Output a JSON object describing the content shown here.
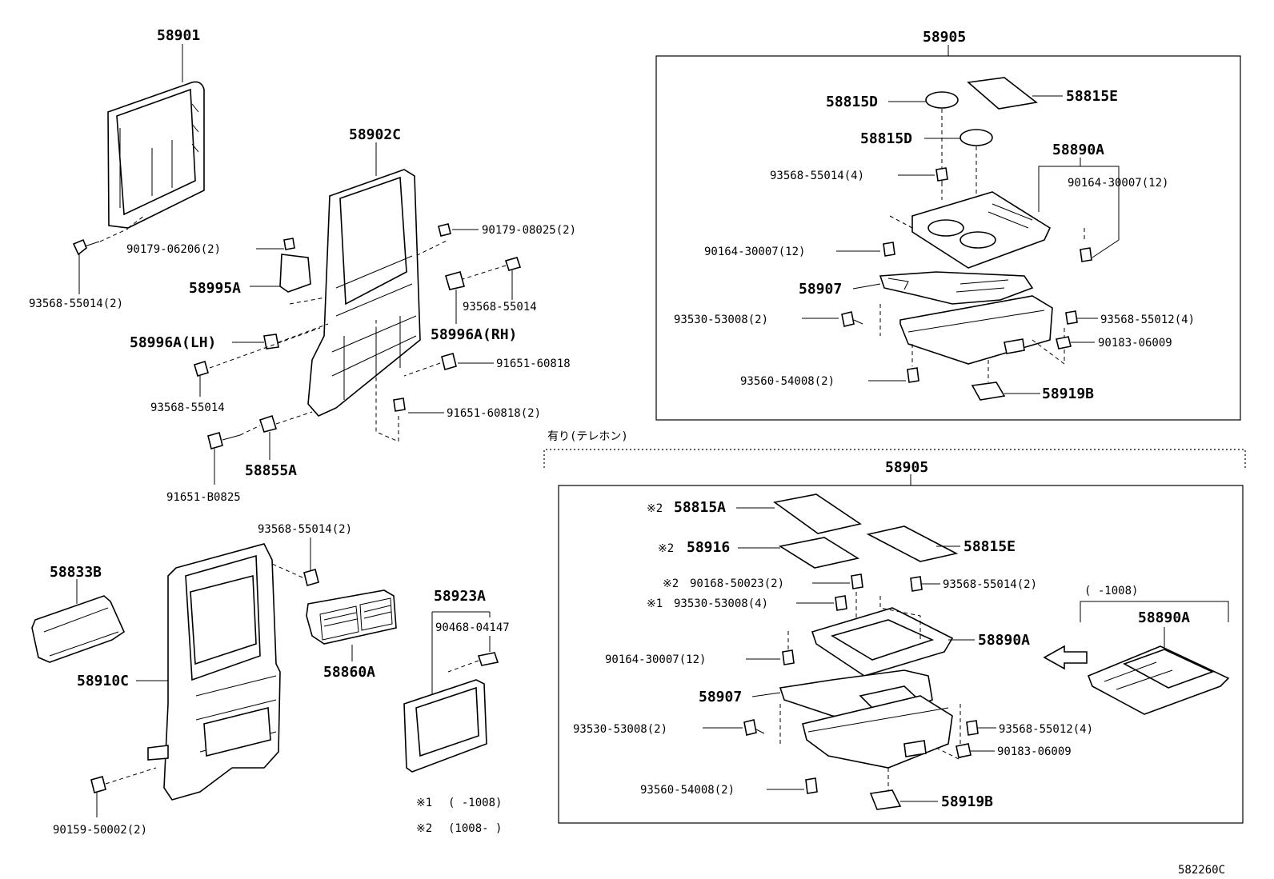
{
  "diagram_code": "582260C",
  "telephone_group_label": "有り(テレホン)",
  "range_note": "(     -1008)",
  "footnotes": [
    {
      "mark": "※1",
      "text": "(     -1008)"
    },
    {
      "mark": "※2",
      "text": "(1008-     )"
    }
  ],
  "labels": {
    "p58901": "58901",
    "p58902C": "58902C",
    "p90179_06206": "90179-06206(2)",
    "p93568_55014_2a": "93568-55014(2)",
    "p58995A": "58995A",
    "p90179_08025": "90179-08025(2)",
    "p93568_55014_a": "93568-55014",
    "p58996A_LH": "58996A(LH)",
    "p58996A_RH": "58996A(RH)",
    "p93568_55014_b": "93568-55014",
    "p91651_60818": "91651-60818",
    "p91651_60818_2": "91651-60818(2)",
    "p58855A": "58855A",
    "p91651_B0825": "91651-B0825",
    "p93568_55014_2b": "93568-55014(2)",
    "p58833B": "58833B",
    "p58910C": "58910C",
    "p58860A": "58860A",
    "p58923A": "58923A",
    "p90468_04147": "90468-04147",
    "p90159_50002": "90159-50002(2)",
    "t58905": "58905",
    "t58815D_a": "58815D",
    "t58815E": "58815E",
    "t58815D_b": "58815D",
    "t58890A": "58890A",
    "t93568_55014_4": "93568-55014(4)",
    "t90164_30007_12a": "90164-30007(12)",
    "t90164_30007_12b": "90164-30007(12)",
    "t58907": "58907",
    "t93530_53008_2": "93530-53008(2)",
    "t93568_55012_4": "93568-55012(4)",
    "t90183_06009": "90183-06009",
    "t93560_54008_2": "93560-54008(2)",
    "t58919B": "58919B",
    "b58905": "58905",
    "b_mark2_a": "※2",
    "b58815A": "58815A",
    "b_mark2_b": "※2",
    "b58916": "58916",
    "b58815E": "58815E",
    "b_mark2_c": "※2",
    "b90168_50023": "90168-50023(2)",
    "b93568_55014_2": "93568-55014(2)",
    "b_mark1": "※1",
    "b93530_53008_4": "93530-53008(4)",
    "b58890A": "58890A",
    "b58890A_alt": "58890A",
    "b90164_30007_12": "90164-30007(12)",
    "b58907": "58907",
    "b93530_53008_2": "93530-53008(2)",
    "b93568_55012_4": "93568-55012(4)",
    "b90183_06009": "90183-06009",
    "b93560_54008_2": "93560-54008(2)",
    "b58919B": "58919B"
  }
}
